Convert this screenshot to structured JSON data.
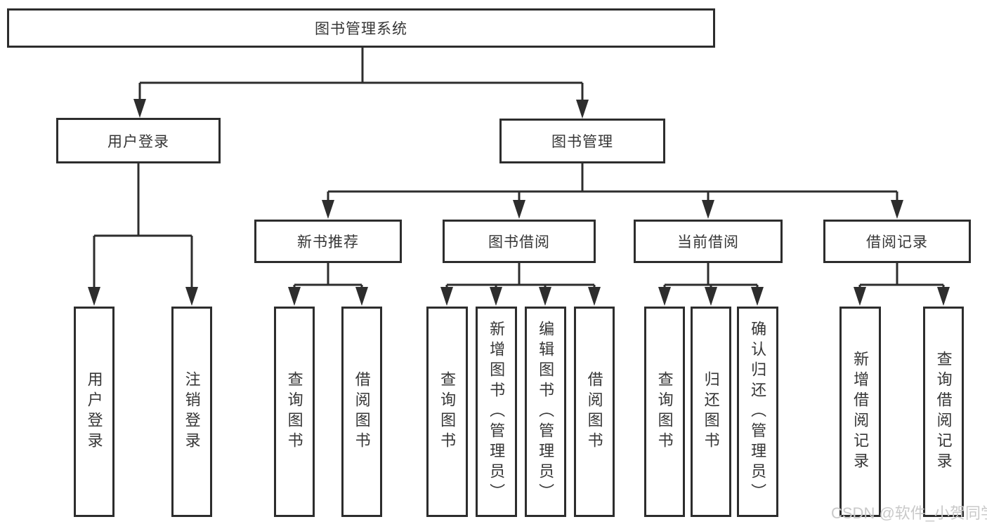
{
  "colors": {
    "line": "#2d2d2d",
    "text": "#363636",
    "watermark": "#c9c9c9",
    "background": "#ffffff"
  },
  "watermark": {
    "text": "CSDN @软件_小贺同学"
  },
  "tree": {
    "root": {
      "label": "图书管理系统",
      "children": [
        {
          "label": "用户登录",
          "children": [
            {
              "label": "用户登录"
            },
            {
              "label": "注销登录"
            }
          ]
        },
        {
          "label": "图书管理",
          "children": [
            {
              "label": "新书推荐",
              "children": [
                {
                  "label": "查询图书"
                },
                {
                  "label": "借阅图书"
                }
              ]
            },
            {
              "label": "图书借阅",
              "children": [
                {
                  "label": "查询图书"
                },
                {
                  "label": "新增图书（管理员）"
                },
                {
                  "label": "编辑图书（管理员）"
                },
                {
                  "label": "借阅图书"
                }
              ]
            },
            {
              "label": "当前借阅",
              "children": [
                {
                  "label": "查询图书"
                },
                {
                  "label": "归还图书"
                },
                {
                  "label": "确认归还（管理员）"
                }
              ]
            },
            {
              "label": "借阅记录",
              "children": [
                {
                  "label": "新增借阅记录"
                },
                {
                  "label": "查询借阅记录"
                }
              ]
            }
          ]
        }
      ]
    }
  }
}
